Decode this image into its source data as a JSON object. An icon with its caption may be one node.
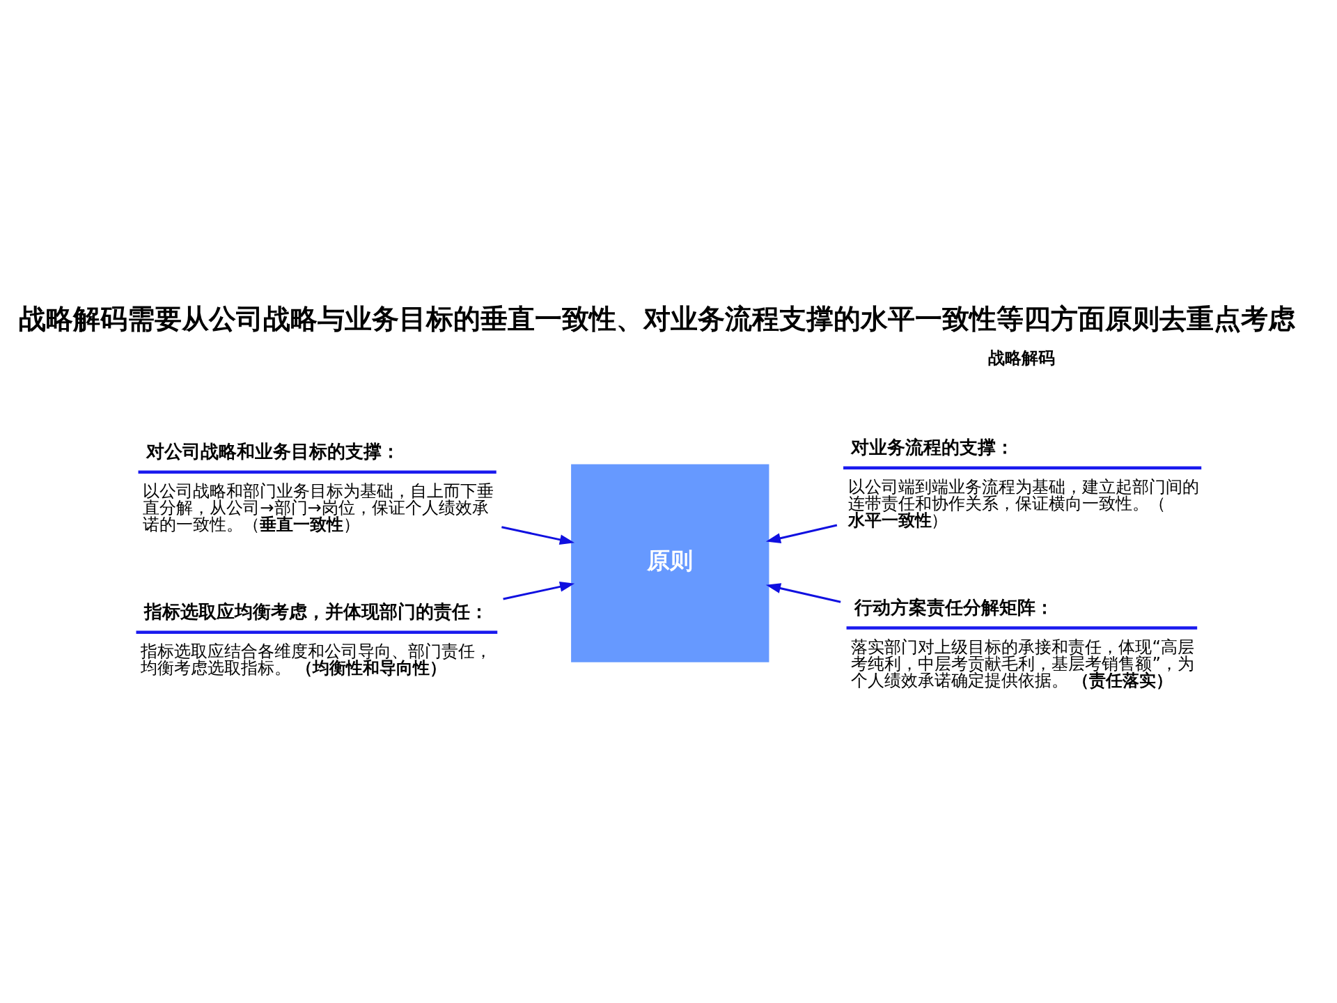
{
  "diagram": {
    "title": "战略解码需要从公司战略与业务目标的垂直一致性、对业务流程支撑的水平一致性等四方面原则去重点考虑",
    "nodes": [
      {
        "text": [
          "对公司战略和业务目标的支撑：",
          "以公司战略和部门业务目标为基础，自上而下垂直分解，从公司→部门→岗位，保证个人绩效承诺的一致性。（**垂直一致性**）"
        ]
      },
      {
        "text": [
          "对业务流程的支撑：",
          "以公司端到端业务流程为基础，建立起部门间的连带责任和协作关系，保证横向一致性。（**水平一致性**）"
        ]
      },
      {
        "text": [
          "原则"
        ]
      },
      {
        "text": [
          "指标选取应均衡考虑，并体现部门的责任：",
          "指标选取应结合各维度和公司导向、部门责任，均衡考虑选取指标。 **（均衡性和导向性）**"
        ]
      },
      {
        "text": [
          "行动方案责任分解矩阵：",
          "落实部门对上级目标的承接和责任，体现“高层考纯利，中层考贡献毛利，基层考销售额”，为个人绩效承诺确定提供依据。 **（责任落实）**"
        ]
      }
    ],
    "edges": [
      {
        "from": 0,
        "to": 2,
        "arrow": "to",
        "color": "#1010e0"
      },
      {
        "from": 1,
        "to": 2,
        "arrow": "to",
        "color": "#1010e0"
      },
      {
        "from": 3,
        "to": 2,
        "arrow": "to",
        "color": "#1010e0"
      },
      {
        "from": 4,
        "to": 2,
        "arrow": "to",
        "color": "#1010e0"
      }
    ],
    "labels": [
      "战略解码"
    ]
  }
}
